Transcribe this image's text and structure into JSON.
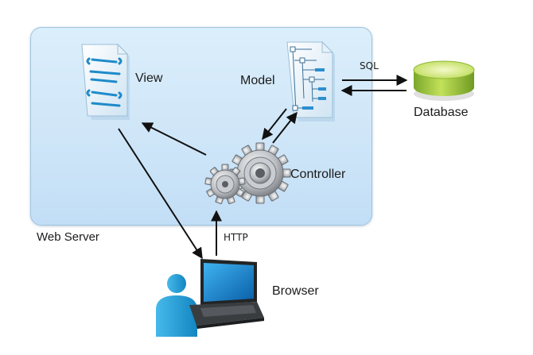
{
  "diagram": {
    "server_label": "Web Server",
    "view_label": "View",
    "model_label": "Model",
    "controller_label": "Controller",
    "database_label": "Database",
    "browser_label": "Browser",
    "sql_label": "SQL",
    "http_label": "HTTP"
  },
  "colors": {
    "server_fill": "#cfe6f8",
    "server_border": "#9fc4df",
    "arrow": "#111111",
    "database_green": "#9bc53d",
    "user_blue": "#1f9ed6"
  },
  "icons": {
    "view": "document-icon",
    "model": "tree-document-icon",
    "controller": "gears-icon",
    "database": "database-icon",
    "browser": "laptop-user-icon"
  }
}
